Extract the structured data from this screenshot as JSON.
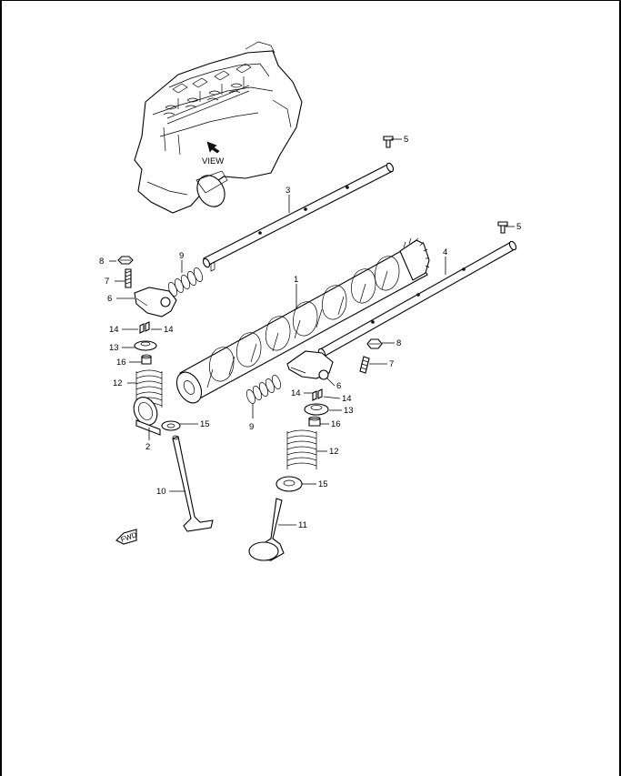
{
  "view_label": "VIEW",
  "fwd_label": "FWD",
  "callouts": {
    "c1": "1",
    "c2": "2",
    "c3": "3",
    "c4": "4",
    "c5a": "5",
    "c5b": "5",
    "c6a": "6",
    "c6b": "6",
    "c7a": "7",
    "c7b": "7",
    "c8a": "8",
    "c8b": "8",
    "c9a": "9",
    "c9b": "9",
    "c10": "10",
    "c11": "11",
    "c12a": "12",
    "c12b": "12",
    "c13a": "13",
    "c13b": "13",
    "c14a": "14",
    "c14b": "14",
    "c14c": "14",
    "c14d": "14",
    "c15a": "15",
    "c15b": "15",
    "c16a": "16",
    "c16b": "16"
  }
}
